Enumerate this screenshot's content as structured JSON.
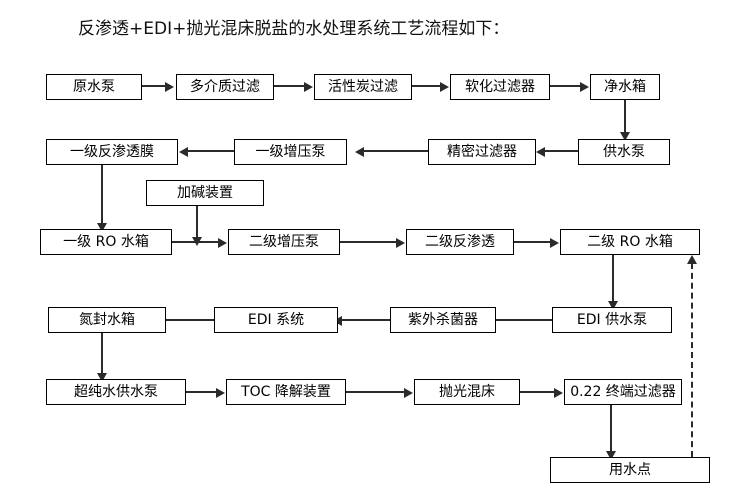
{
  "title": "反渗透+EDI+抛光混床脱盐的水处理系统工艺流程如下：",
  "colors": {
    "background": "#ffffff",
    "box_border": "#000000",
    "connector": "#2b2b2b",
    "text": "#000000"
  },
  "nodes": {
    "raw_water_pump": "原水泵",
    "multimedia_filter": "多介质过滤",
    "activated_carbon_filter": "活性炭过滤",
    "softening_filter": "软化过滤器",
    "clean_water_tank": "净水箱",
    "water_supply_pump": "供水泵",
    "precision_filter": "精密过滤器",
    "primary_booster_pump": "一级增压泵",
    "primary_ro_membrane": "一级反渗透膜",
    "alkali_dosing_device": "加碱装置",
    "primary_ro_tank": "一级 RO 水箱",
    "secondary_booster_pump": "二级增压泵",
    "secondary_ro": "二级反渗透",
    "secondary_ro_tank": "二级 RO 水箱",
    "edi_supply_pump": "EDI 供水泵",
    "uv_sterilizer": "紫外杀菌器",
    "edi_system": "EDI 系统",
    "nitrogen_sealed_tank": "氮封水箱",
    "ultrapure_supply_pump": "超纯水供水泵",
    "toc_degradation_device": "TOC 降解装置",
    "polishing_mixed_bed": "抛光混床",
    "terminal_filter_022": "0.22 终端过滤器",
    "point_of_use": "用水点"
  },
  "flow": {
    "row1": [
      "原水泵",
      "多介质过滤",
      "活性炭过滤",
      "软化过滤器",
      "净水箱"
    ],
    "row2": [
      "供水泵",
      "精密过滤器",
      "一级增压泵",
      "一级反渗透膜"
    ],
    "row3": [
      "一级 RO 水箱",
      "二级增压泵",
      "二级反渗透",
      "二级 RO 水箱"
    ],
    "row4": [
      "EDI 供水泵",
      "紫外杀菌器",
      "EDI 系统",
      "氮封水箱"
    ],
    "row5": [
      "超纯水供水泵",
      "TOC 降解装置",
      "抛光混床",
      "0.22 终端过滤器"
    ],
    "terminal": "用水点",
    "recirculation": "用水点 → 二级 RO 水箱 (回水, 虚线)"
  }
}
